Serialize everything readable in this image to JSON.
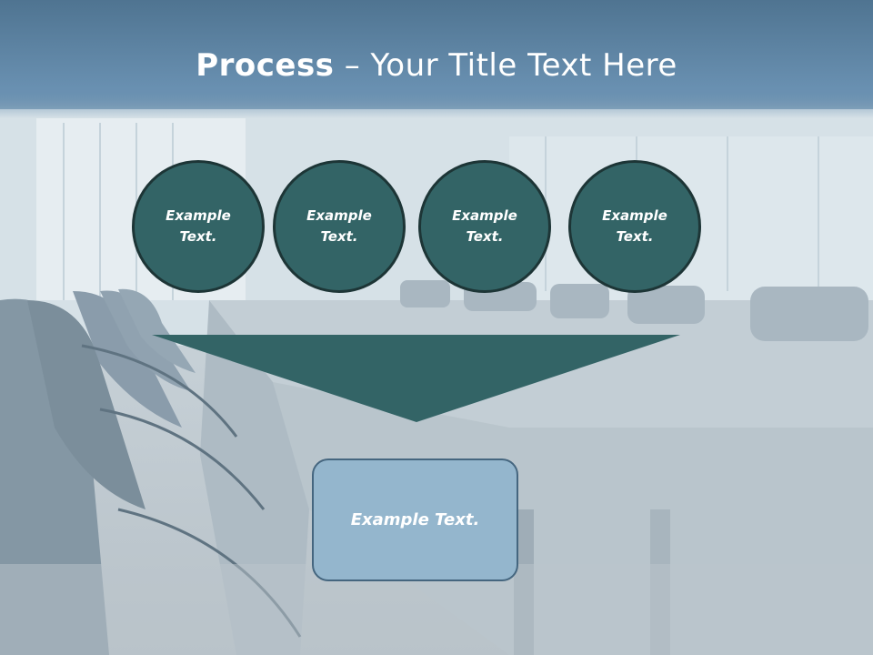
{
  "title": {
    "bold": "Process",
    "rest": " – Your Title Text Here"
  },
  "circles": [
    {
      "label": "Example Text."
    },
    {
      "label": "Example Text."
    },
    {
      "label": "Example Text."
    },
    {
      "label": "Example Text."
    }
  ],
  "box": {
    "label": "Example Text."
  },
  "colors": {
    "circle_fill": "#336466",
    "arrow_fill": "#336466",
    "box_fill": "#94b6cd",
    "title_band": "#6990b1"
  }
}
